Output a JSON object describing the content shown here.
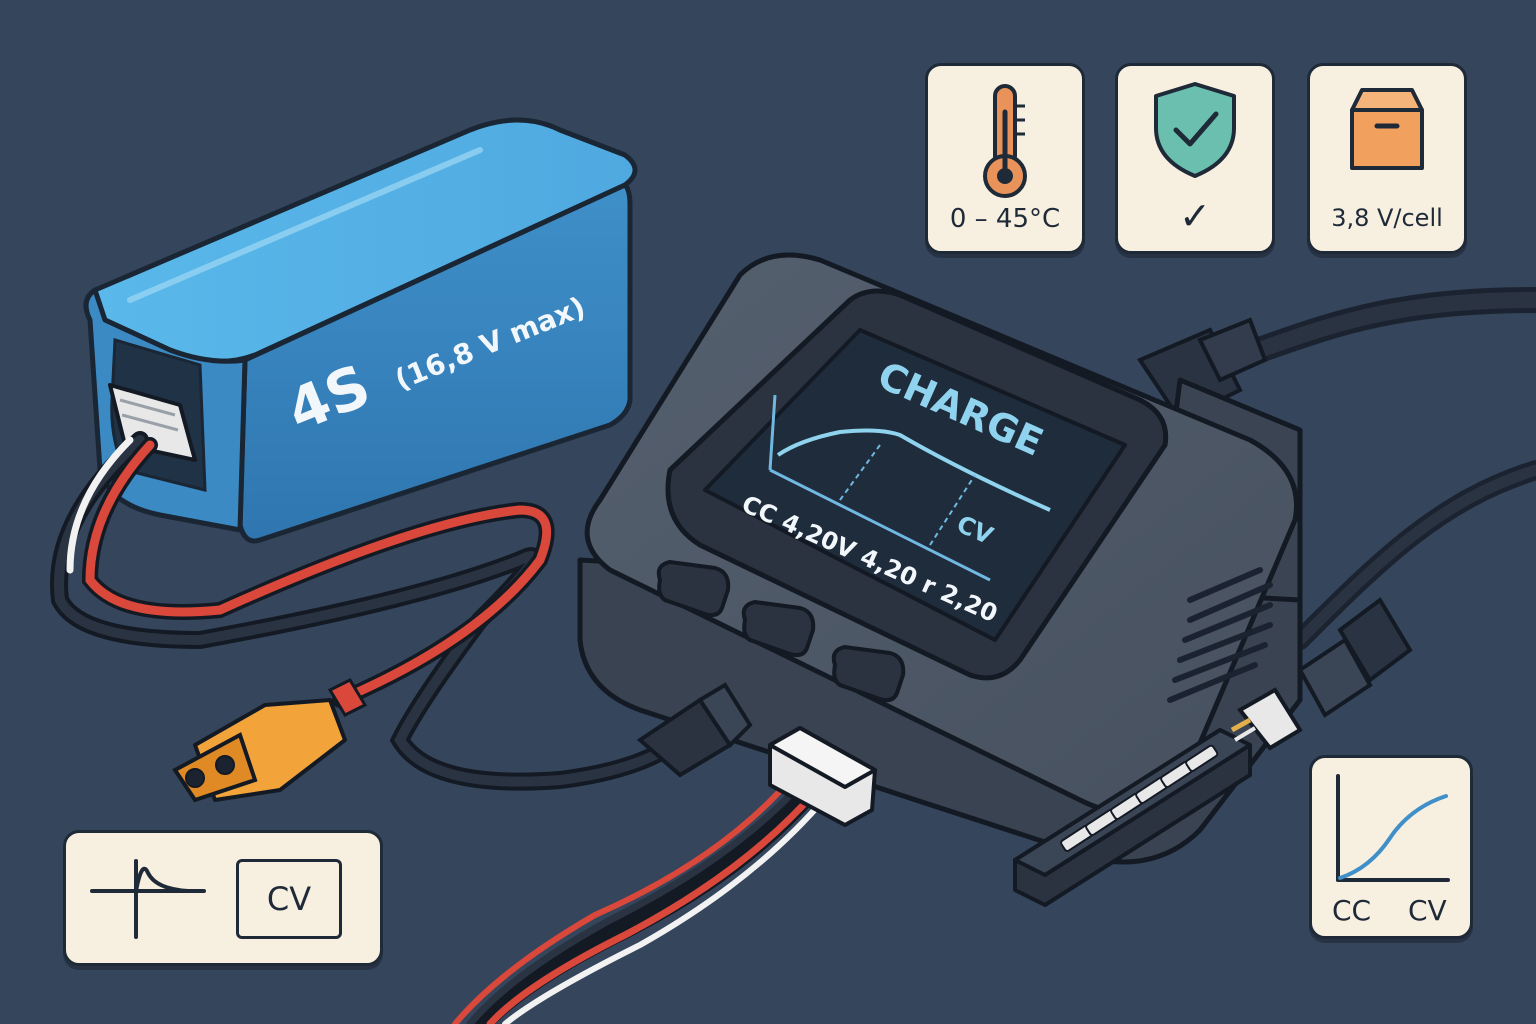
{
  "battery": {
    "label_main": "4S",
    "label_sub": "(16,8 V max)"
  },
  "charger_screen": {
    "title": "CHARGE",
    "cv_label": "CV",
    "readout": "CC 4,20V 4,20 r 2,20"
  },
  "info_cards": {
    "temperature": {
      "icon": "thermometer-icon",
      "label": "0 – 45°C"
    },
    "safety": {
      "icon": "shield-check-icon",
      "mark": "✓"
    },
    "storage": {
      "icon": "box-icon",
      "label": "3,8 V/cell"
    }
  },
  "mode_card": {
    "icon": "cc-curve-icon",
    "cv_label": "CV"
  },
  "graph_card": {
    "icon": "charge-curve-icon",
    "cc_label": "CC",
    "cv_label": "CV"
  },
  "colors": {
    "background": "#34455c",
    "battery": "#4aa3dc",
    "screen_text": "#8fd3ee",
    "card_bg": "#f7efe0",
    "thermometer": "#e9935a",
    "shield": "#6bbfaf",
    "box": "#f2a05e",
    "cable_red": "#d9483a"
  }
}
